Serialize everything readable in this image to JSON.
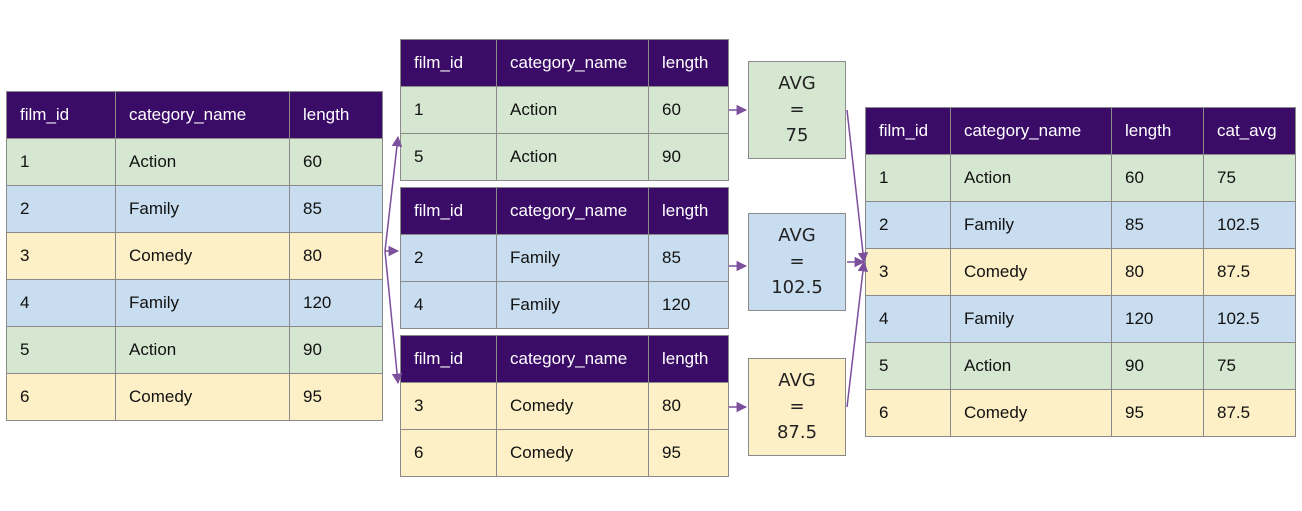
{
  "colors": {
    "header_bg": "#3b0b68",
    "header_text": "#ffffff",
    "border": "#8a8a8a",
    "arrow": "#7b4f9c",
    "Action": "#d5e7d0",
    "Family": "#c9ddf0",
    "Comedy": "#fdefc6"
  },
  "source_table": {
    "headers": [
      "film_id",
      "category_name",
      "length"
    ],
    "rows": [
      [
        "1",
        "Action",
        "60"
      ],
      [
        "2",
        "Family",
        "85"
      ],
      [
        "3",
        "Comedy",
        "80"
      ],
      [
        "4",
        "Family",
        "120"
      ],
      [
        "5",
        "Action",
        "90"
      ],
      [
        "6",
        "Comedy",
        "95"
      ]
    ]
  },
  "group_tables": [
    {
      "headers": [
        "film_id",
        "category_name",
        "length"
      ],
      "rows": [
        [
          "1",
          "Action",
          "60"
        ],
        [
          "5",
          "Action",
          "90"
        ]
      ]
    },
    {
      "headers": [
        "film_id",
        "category_name",
        "length"
      ],
      "rows": [
        [
          "2",
          "Family",
          "85"
        ],
        [
          "4",
          "Family",
          "120"
        ]
      ]
    },
    {
      "headers": [
        "film_id",
        "category_name",
        "length"
      ],
      "rows": [
        [
          "3",
          "Comedy",
          "80"
        ],
        [
          "6",
          "Comedy",
          "95"
        ]
      ]
    }
  ],
  "avg_boxes": [
    {
      "label": "AVG",
      "eq": "=",
      "value": "75",
      "category": "Action"
    },
    {
      "label": "AVG",
      "eq": "=",
      "value": "102.5",
      "category": "Family"
    },
    {
      "label": "AVG",
      "eq": "=",
      "value": "87.5",
      "category": "Comedy"
    }
  ],
  "result_table": {
    "headers": [
      "film_id",
      "category_name",
      "length",
      "cat_avg"
    ],
    "rows": [
      [
        "1",
        "Action",
        "60",
        "75"
      ],
      [
        "2",
        "Family",
        "85",
        "102.5"
      ],
      [
        "3",
        "Comedy",
        "80",
        "87.5"
      ],
      [
        "4",
        "Family",
        "120",
        "102.5"
      ],
      [
        "5",
        "Action",
        "90",
        "75"
      ],
      [
        "6",
        "Comedy",
        "95",
        "87.5"
      ]
    ]
  }
}
